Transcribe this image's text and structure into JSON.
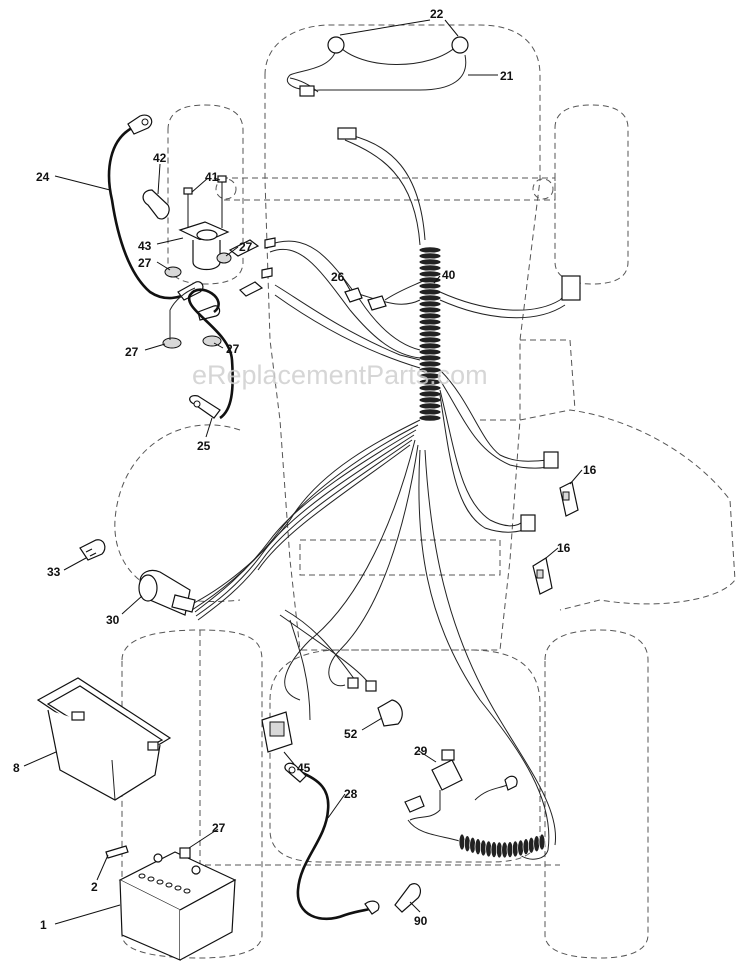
{
  "watermark": "eReplacementParts.com",
  "callouts": [
    {
      "id": "c22",
      "label": "22"
    },
    {
      "id": "c21",
      "label": "21"
    },
    {
      "id": "c24",
      "label": "24"
    },
    {
      "id": "c42",
      "label": "42"
    },
    {
      "id": "c41",
      "label": "41"
    },
    {
      "id": "c43",
      "label": "43"
    },
    {
      "id": "c27a",
      "label": "27"
    },
    {
      "id": "c27b",
      "label": "27"
    },
    {
      "id": "c27c",
      "label": "27"
    },
    {
      "id": "c27d",
      "label": "27"
    },
    {
      "id": "c27e",
      "label": "27"
    },
    {
      "id": "c26",
      "label": "26"
    },
    {
      "id": "c40",
      "label": "40"
    },
    {
      "id": "c25",
      "label": "25"
    },
    {
      "id": "c16a",
      "label": "16"
    },
    {
      "id": "c16b",
      "label": "16"
    },
    {
      "id": "c33",
      "label": "33"
    },
    {
      "id": "c30",
      "label": "30"
    },
    {
      "id": "c8",
      "label": "8"
    },
    {
      "id": "c52",
      "label": "52"
    },
    {
      "id": "c45",
      "label": "45"
    },
    {
      "id": "c29",
      "label": "29"
    },
    {
      "id": "c28",
      "label": "28"
    },
    {
      "id": "c2",
      "label": "2"
    },
    {
      "id": "c1",
      "label": "1"
    },
    {
      "id": "c90",
      "label": "90"
    }
  ]
}
